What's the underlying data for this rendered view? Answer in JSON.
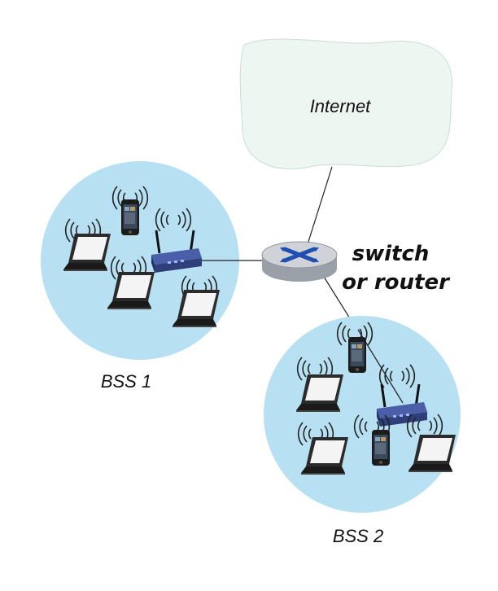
{
  "internet": {
    "label": "Internet",
    "color": "#eef6f2"
  },
  "switch": {
    "label_line1": "switch",
    "label_line2": "or router",
    "top_color": "#cfd3d8",
    "cross_color": "#1f4fb0"
  },
  "bss": [
    {
      "label": "BSS 1",
      "color": "#b7e0f2"
    },
    {
      "label": "BSS 2",
      "color": "#b7e0f2"
    }
  ],
  "icons": {
    "access_point": "wireless-access-point-icon",
    "laptop": "laptop-icon",
    "phone": "smartphone-icon",
    "signal": "wifi-signal-icon"
  }
}
